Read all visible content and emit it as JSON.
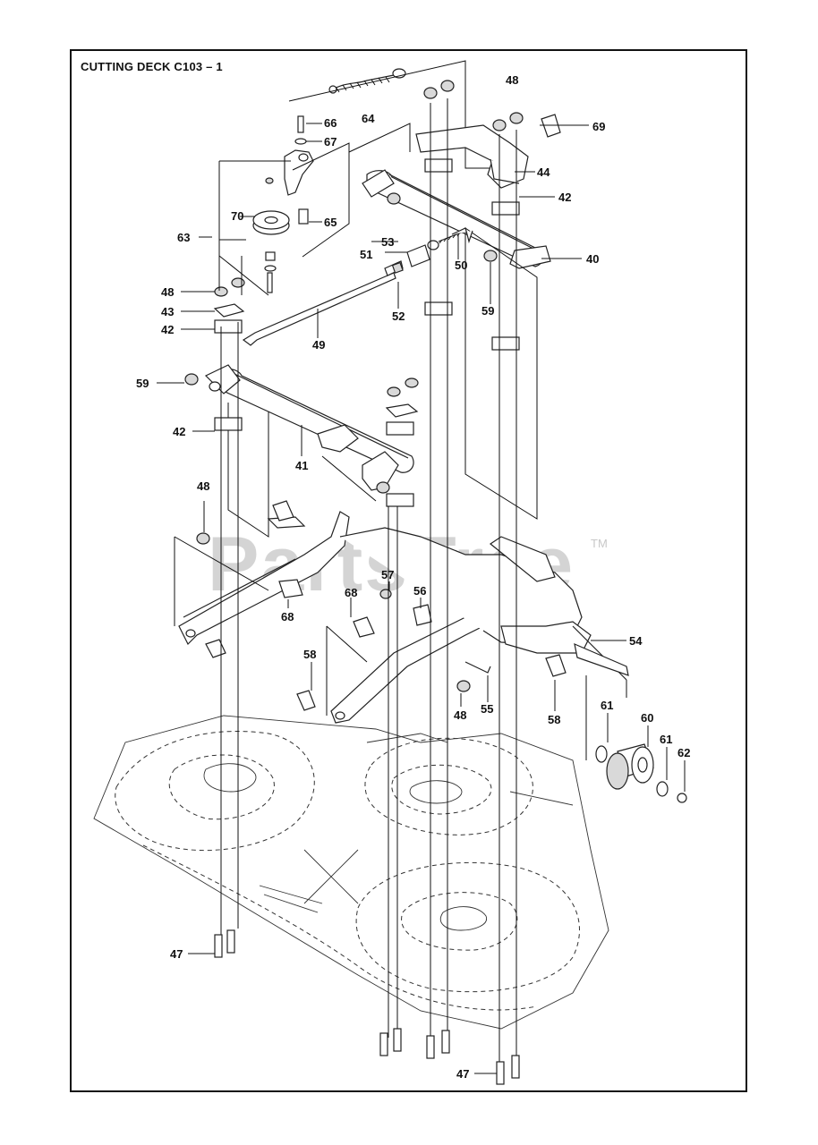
{
  "title": "CUTTING DECK C103 – 1",
  "watermark": "PartsTree",
  "watermark_tm": "TM",
  "callouts": [
    {
      "id": "64",
      "text": "64"
    },
    {
      "id": "66",
      "text": "66"
    },
    {
      "id": "67",
      "text": "67"
    },
    {
      "id": "48a",
      "text": "48"
    },
    {
      "id": "69",
      "text": "69"
    },
    {
      "id": "44",
      "text": "44"
    },
    {
      "id": "42a",
      "text": "42"
    },
    {
      "id": "70",
      "text": "70"
    },
    {
      "id": "65",
      "text": "65"
    },
    {
      "id": "63",
      "text": "63"
    },
    {
      "id": "53",
      "text": "53"
    },
    {
      "id": "51",
      "text": "51"
    },
    {
      "id": "50",
      "text": "50"
    },
    {
      "id": "40",
      "text": "40"
    },
    {
      "id": "48b",
      "text": "48"
    },
    {
      "id": "43",
      "text": "43"
    },
    {
      "id": "42b",
      "text": "42"
    },
    {
      "id": "52",
      "text": "52"
    },
    {
      "id": "59a",
      "text": "59"
    },
    {
      "id": "49",
      "text": "49"
    },
    {
      "id": "59b",
      "text": "59"
    },
    {
      "id": "42c",
      "text": "42"
    },
    {
      "id": "41",
      "text": "41"
    },
    {
      "id": "48c",
      "text": "48"
    },
    {
      "id": "57",
      "text": "57"
    },
    {
      "id": "56",
      "text": "56"
    },
    {
      "id": "68a",
      "text": "68"
    },
    {
      "id": "68b",
      "text": "68"
    },
    {
      "id": "54",
      "text": "54"
    },
    {
      "id": "58a",
      "text": "58"
    },
    {
      "id": "48d",
      "text": "48"
    },
    {
      "id": "55",
      "text": "55"
    },
    {
      "id": "58b",
      "text": "58"
    },
    {
      "id": "61a",
      "text": "61"
    },
    {
      "id": "60",
      "text": "60"
    },
    {
      "id": "61b",
      "text": "61"
    },
    {
      "id": "62",
      "text": "62"
    },
    {
      "id": "47a",
      "text": "47"
    },
    {
      "id": "47b",
      "text": "47"
    }
  ]
}
